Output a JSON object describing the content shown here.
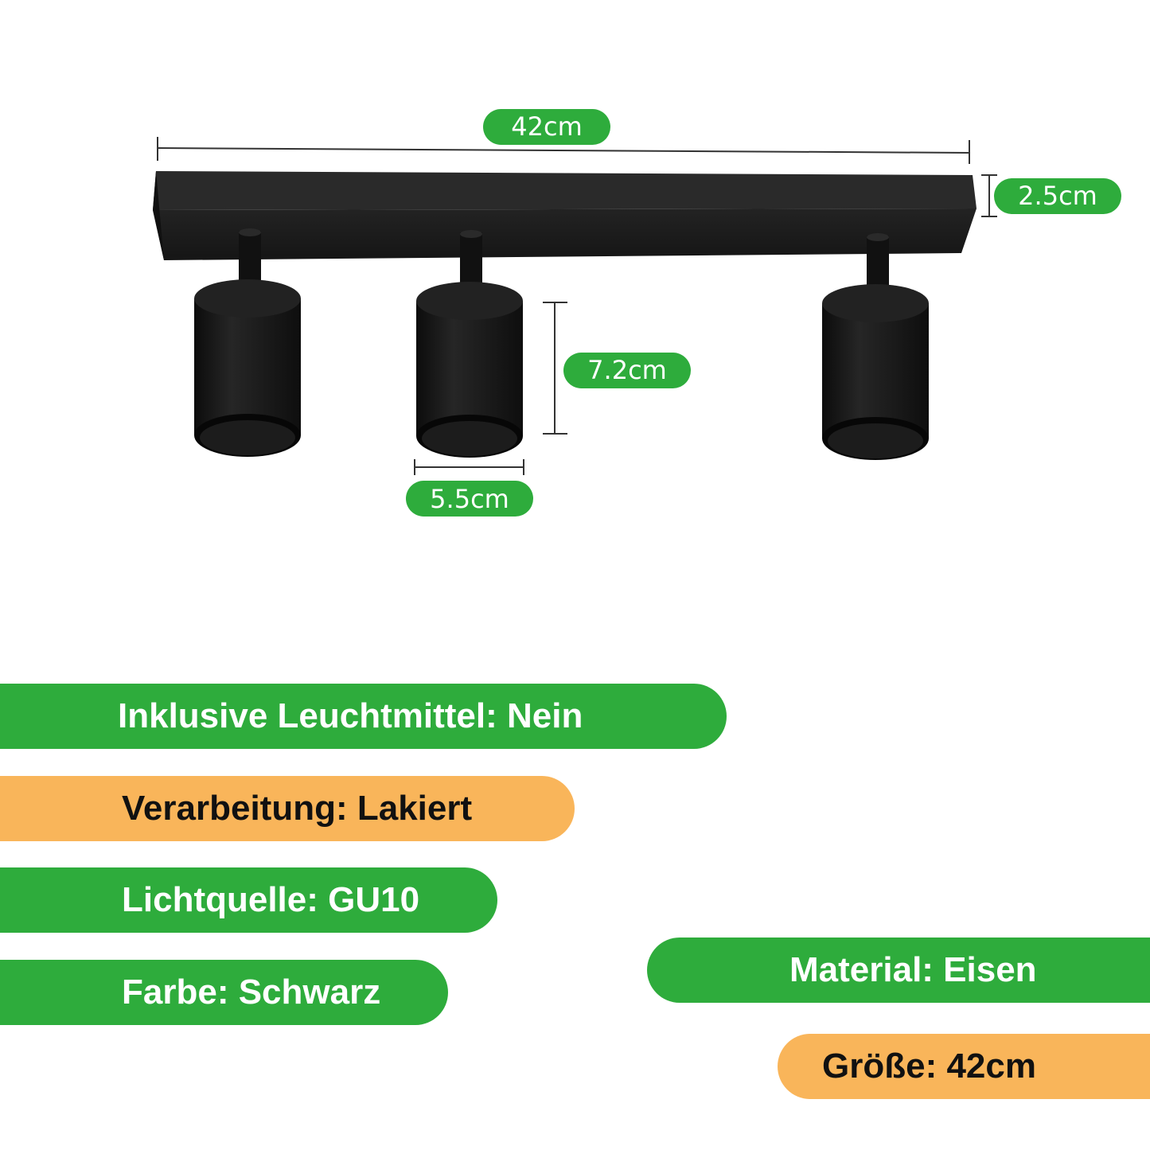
{
  "colors": {
    "green": "#2eac3c",
    "orange": "#f9b55a",
    "fixture": "#1b1b1b"
  },
  "dimensions": {
    "length": "42cm",
    "height": "2.5cm",
    "spot_height": "7.2cm",
    "spot_diameter": "5.5cm"
  },
  "specs": {
    "bulb_included": "Inklusive Leuchtmittel: Nein",
    "finish": "Verarbeitung: Lakiert",
    "light_source": "Lichtquelle: GU10",
    "color": "Farbe: Schwarz",
    "material": "Material: Eisen",
    "size": "Größe: 42cm"
  }
}
